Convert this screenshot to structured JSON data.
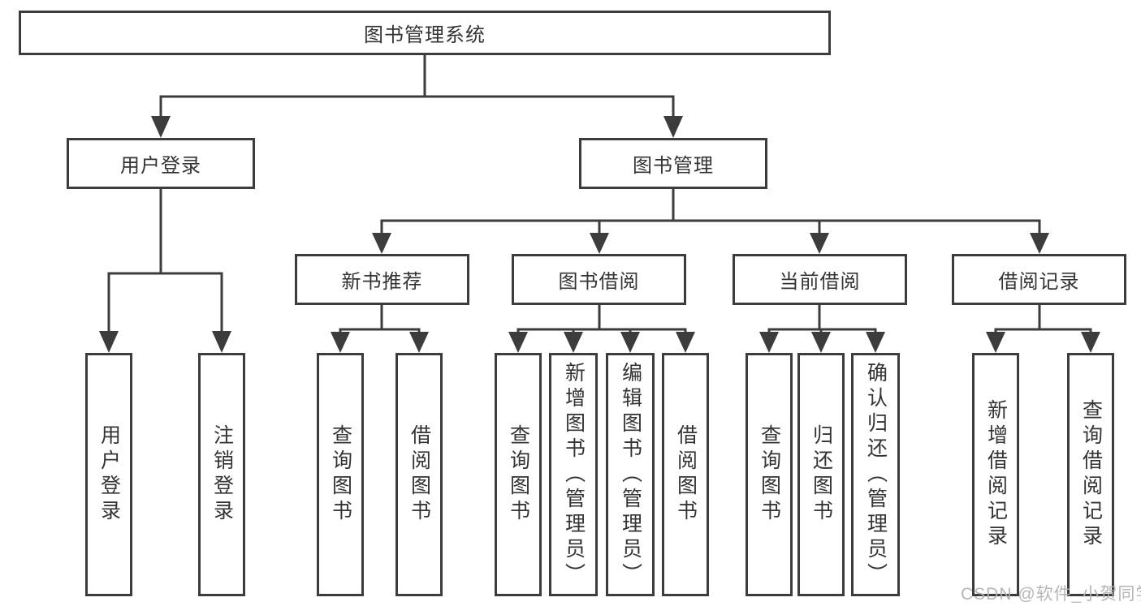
{
  "colors": {
    "line": "#3c3c3c",
    "box_border": "#3c3c3c",
    "text": "#333333",
    "watermark": "#b2b2b2",
    "background": "#ffffff"
  },
  "diagram": {
    "root": {
      "label": "图书管理系统"
    },
    "branches": [
      {
        "label": "用户登录",
        "children": [
          {
            "label": "用户登录"
          },
          {
            "label": "注销登录"
          }
        ]
      },
      {
        "label": "图书管理",
        "children": [
          {
            "label": "新书推荐",
            "children": [
              {
                "label": "查询图书"
              },
              {
                "label": "借阅图书"
              }
            ]
          },
          {
            "label": "图书借阅",
            "children": [
              {
                "label": "查询图书"
              },
              {
                "label": "新增图书（管理员）"
              },
              {
                "label": "编辑图书（管理员）"
              },
              {
                "label": "借阅图书"
              }
            ]
          },
          {
            "label": "当前借阅",
            "children": [
              {
                "label": "查询图书"
              },
              {
                "label": "归还图书"
              },
              {
                "label": "确认归还（管理员）"
              }
            ]
          },
          {
            "label": "借阅记录",
            "children": [
              {
                "label": "新增借阅记录"
              },
              {
                "label": "查询借阅记录"
              }
            ]
          }
        ]
      }
    ]
  },
  "watermark": {
    "text": "CSDN @软件_小贺同学"
  }
}
